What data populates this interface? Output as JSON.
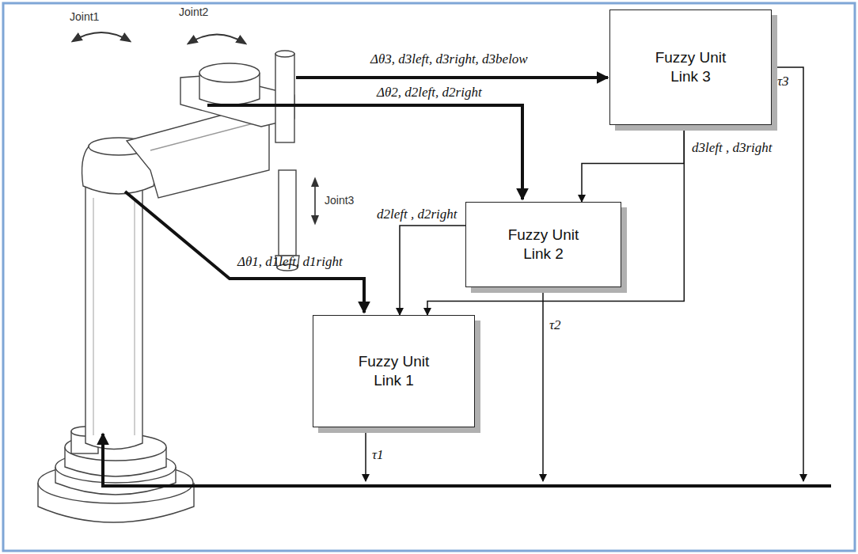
{
  "diagram": {
    "nodes": [
      {
        "text": [
          "Fuzzy Unit Link 3"
        ]
      },
      {
        "text": [
          "Fuzzy Unit Link 2"
        ]
      },
      {
        "text": [
          "Fuzzy Unit Link 1"
        ]
      }
    ],
    "edges": [
      {
        "from": 0,
        "to": 1,
        "arrow": "to",
        "label": "d3left , d3right"
      },
      {
        "from": 0,
        "to": 2,
        "arrow": "to"
      },
      {
        "from": 1,
        "to": 2,
        "arrow": "to",
        "label": "d2left , d2right"
      }
    ],
    "labels": [
      "Joint1",
      "Joint2",
      "Joint3",
      "Δθ3, d3left, d3right, d3below",
      "Δθ2, d2left, d2right",
      "Δθ1, d1left, d1right",
      "τ3",
      "τ2",
      "τ1"
    ]
  }
}
